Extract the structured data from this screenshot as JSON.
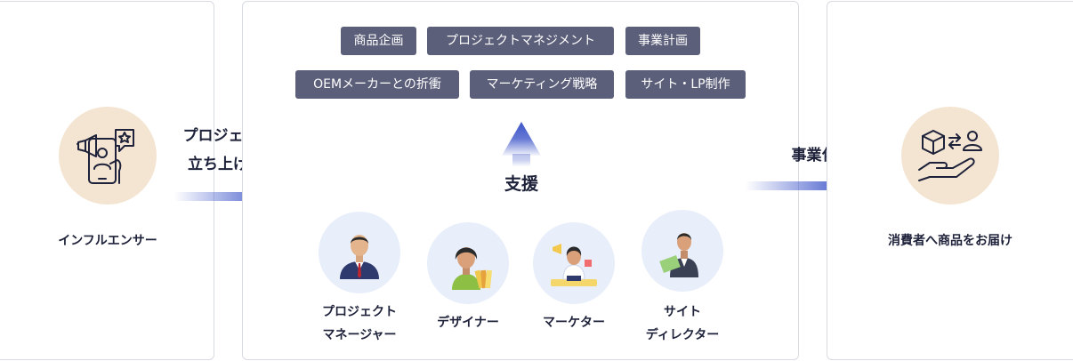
{
  "influencer": {
    "label": "インフルエンサー",
    "icon": "influencer-megaphone-phone-icon"
  },
  "arrow_launch": {
    "line1": "プロジェクトの",
    "line2": "立ち上げ"
  },
  "support": {
    "label": "支援",
    "tags_row1": [
      "商品企画",
      "プロジェクトマネジメント",
      "事業計画"
    ],
    "tags_row2": [
      "OEMメーカーとの折衝",
      "マーケティング戦略",
      "サイト・LP制作"
    ]
  },
  "team": [
    {
      "line1": "プロジェクト",
      "line2": "マネージャー",
      "icon": "project-manager-avatar-icon"
    },
    {
      "line1": "デザイナー",
      "line2": "",
      "icon": "designer-avatar-icon"
    },
    {
      "line1": "マーケター",
      "line2": "",
      "icon": "marketer-avatar-icon"
    },
    {
      "line1": "サイト",
      "line2": "ディレクター",
      "icon": "site-director-avatar-icon"
    }
  ],
  "arrow_business": {
    "label": "事業化"
  },
  "consumer": {
    "label": "消費者へ商品をお届け",
    "icon": "product-delivery-hand-icon"
  },
  "colors": {
    "tag_bg": "#5c5f7a",
    "arrow_blue": "#3e56c9",
    "beige": "#f4e5d2",
    "avatar_bg": "#e8eefa"
  }
}
